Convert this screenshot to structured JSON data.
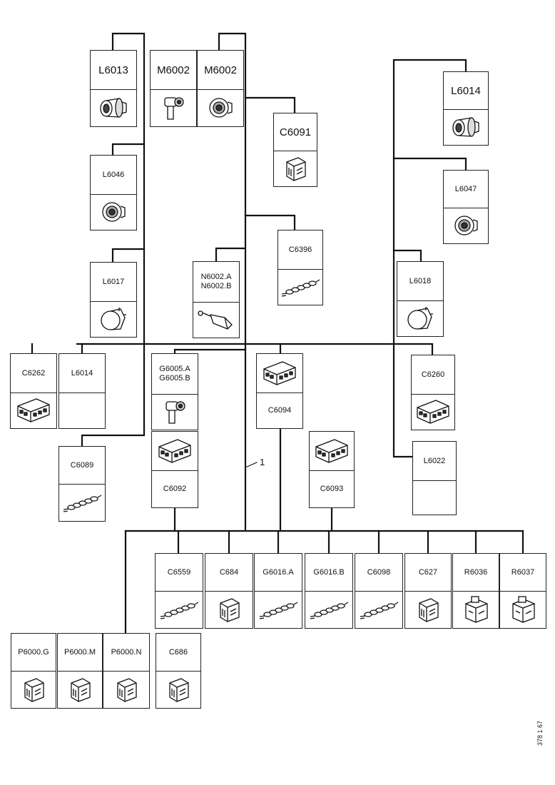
{
  "reference_number": "1",
  "document_id": "378 1 67",
  "components": [
    {
      "id": "L6013",
      "label": "L6013",
      "icon": "round-connector-icon",
      "large": true
    },
    {
      "id": "M6002a",
      "label": "M6002",
      "icon": "sensor-icon",
      "large": true
    },
    {
      "id": "M6002b",
      "label": "M6002",
      "icon": "round-plug-icon",
      "large": true
    },
    {
      "id": "C6091",
      "label": "C6091",
      "icon": "block-connector-icon",
      "large": true
    },
    {
      "id": "L6014a",
      "label": "L6014",
      "icon": "round-connector-icon",
      "large": true
    },
    {
      "id": "L6046",
      "label": "L6046",
      "icon": "round-plug-icon"
    },
    {
      "id": "L6047",
      "label": "L6047",
      "icon": "round-plug-icon"
    },
    {
      "id": "C6396",
      "label": "C6396",
      "icon": "cable-icon"
    },
    {
      "id": "L6017",
      "label": "L6017",
      "icon": "lamp-icon"
    },
    {
      "id": "N6002",
      "label": "N6002.A\nN6002.B",
      "icon": "probe-icon"
    },
    {
      "id": "L6018",
      "label": "L6018",
      "icon": "lamp-icon"
    },
    {
      "id": "C6262",
      "label": "C6262",
      "icon": "multi-connector-icon"
    },
    {
      "id": "L6014b",
      "label": "L6014",
      "icon": ""
    },
    {
      "id": "G6005",
      "label": "G6005.A\nG6005.B",
      "icon": "sensor-icon"
    },
    {
      "id": "C6094",
      "label": "C6094",
      "icon": "multi-connector-icon"
    },
    {
      "id": "C6260",
      "label": "C6260",
      "icon": "multi-connector-icon"
    },
    {
      "id": "C6089",
      "label": "C6089",
      "icon": "cable-icon"
    },
    {
      "id": "C6092",
      "label": "C6092",
      "icon": "multi-connector-icon"
    },
    {
      "id": "C6093",
      "label": "C6093",
      "icon": "multi-connector-icon"
    },
    {
      "id": "L6022",
      "label": "L6022",
      "icon": ""
    },
    {
      "id": "C6559",
      "label": "C6559",
      "icon": "cable-icon"
    },
    {
      "id": "C684",
      "label": "C684",
      "icon": "block-connector-icon"
    },
    {
      "id": "G6016A",
      "label": "G6016.A",
      "icon": "cable-icon"
    },
    {
      "id": "G6016B",
      "label": "G6016.B",
      "icon": "cable-icon"
    },
    {
      "id": "C6098",
      "label": "C6098",
      "icon": "cable-icon"
    },
    {
      "id": "C627",
      "label": "C627",
      "icon": "block-connector-icon"
    },
    {
      "id": "R6036",
      "label": "R6036",
      "icon": "relay-icon"
    },
    {
      "id": "R6037",
      "label": "R6037",
      "icon": "relay-icon"
    },
    {
      "id": "P6000G",
      "label": "P6000.G",
      "icon": "block-connector-icon"
    },
    {
      "id": "P6000M",
      "label": "P6000.M",
      "icon": "block-connector-icon"
    },
    {
      "id": "P6000N",
      "label": "P6000.N",
      "icon": "block-connector-icon"
    },
    {
      "id": "C686",
      "label": "C686",
      "icon": "block-connector-icon"
    }
  ]
}
